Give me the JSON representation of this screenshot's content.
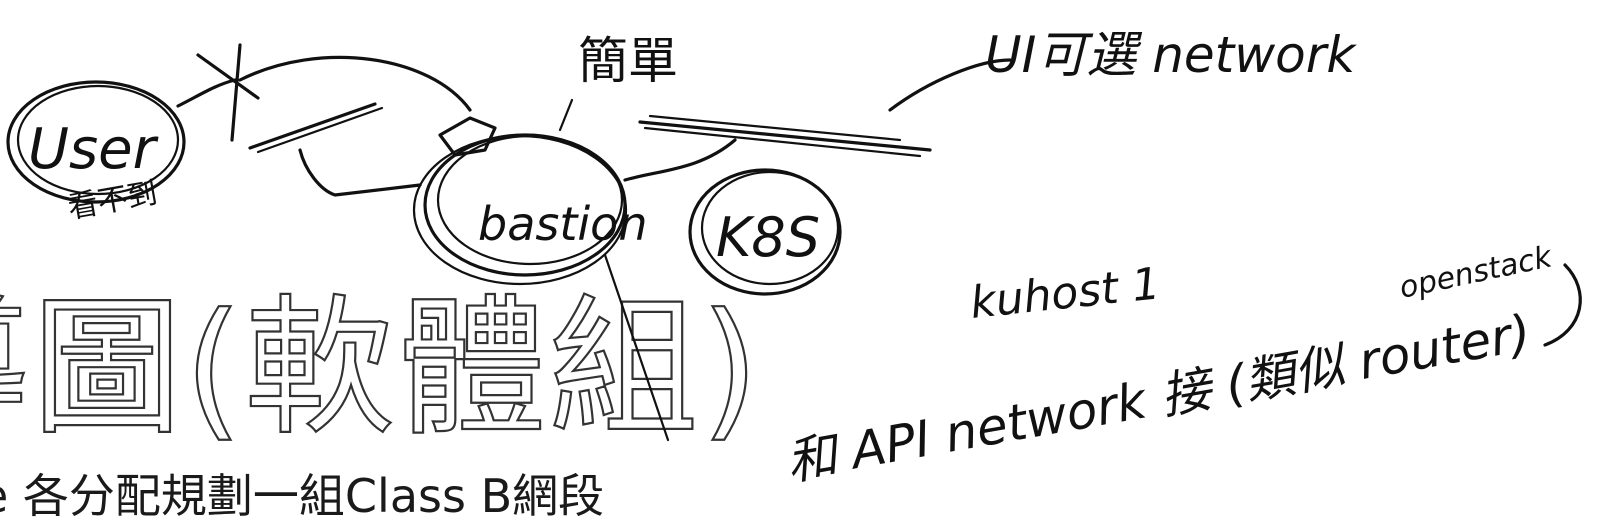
{
  "slide": {
    "title": "導圖(軟體組)",
    "subtitle": "e 各分配規劃一組Class B網段"
  },
  "annotations": {
    "user": "User",
    "user_note": "看不到",
    "simple": "簡單",
    "bastion": "bastion",
    "k8s": "K8S",
    "ui_network": "UI可選 network",
    "kuhost": "kuhost 1",
    "openstack": "openstack",
    "api_network": "和 API network 接 (類似 router)"
  }
}
